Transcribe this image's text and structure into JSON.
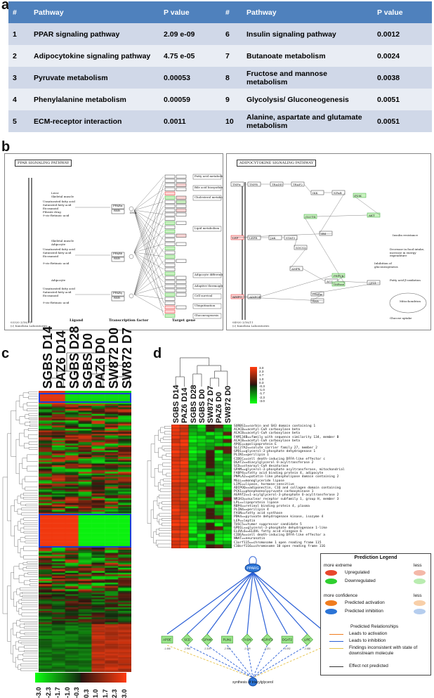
{
  "panels": {
    "a": "a",
    "b": "b",
    "c": "c",
    "d": "d"
  },
  "table": {
    "headers": [
      "#",
      "Pathway",
      "P value",
      "#",
      "Pathway",
      "P value"
    ],
    "rows": [
      [
        "1",
        "PPAR signaling pathway",
        "2.09 e-09",
        "6",
        "Insulin signaling pathway",
        "0.0012"
      ],
      [
        "2",
        "Adipocytokine signaling pathway",
        "4.75 e-05",
        "7",
        "Butanoate metabolism",
        "0.0024"
      ],
      [
        "3",
        "Pyruvate metabolism",
        "0.00053",
        "8",
        "Fructose and mannose metabolism",
        "0.0038"
      ],
      [
        "4",
        "Phenylalanine metabolism",
        "0.00059",
        "9",
        "Glycolysis/ Gluconeogenesis",
        "0.0051"
      ],
      [
        "5",
        "ECM-receptor interaction",
        "0.0011",
        "10",
        "Alanine, aspartate and glutamate metabolism",
        "0.0051"
      ]
    ]
  },
  "kegg": {
    "left": {
      "title": "PPAR SIGNALING PATHWAY",
      "columns": [
        "Ligand",
        "Transcription factor",
        "Target gene"
      ],
      "footer": [
        "03320 3/16/11",
        "(c) Kanehisa Laboratories"
      ],
      "tissues": [
        "Liver\nSkeletal muscle",
        "Skeletal muscle\nAdipocyte",
        "Adipocyte"
      ],
      "ligands": [
        "Unsaturated fatty acid",
        "Saturated fatty acid",
        "Eicosanoid",
        "Fibrate drug",
        "9-cis-Retinoic acid"
      ],
      "hubs": [
        "PPARα",
        "RXR",
        "PPARδ",
        "RXR",
        "PPARγ",
        "RXR"
      ],
      "dna": "DNA",
      "outputs": [
        "Fatty acid metabolism",
        "Bile acid biosynthesis",
        "Cholesterol metabolism",
        "Lipid metabolism",
        "Adipocyte differentiation",
        "Adaptive thermogenesis",
        "Cell survival",
        "Ubiquitination",
        "Gluconeogenesis"
      ]
    },
    "right": {
      "title": "ADIPOCYTOKINE SIGNALING PATHWAY",
      "footer": [
        "04920 3/16/11",
        "(c) Kanehisa Laboratories"
      ],
      "nodes": [
        "TNFα",
        "TNFR",
        "TRADD",
        "TRAF2",
        "IKK",
        "NFκB",
        "IRS",
        "LEP",
        "LEPR",
        "JAK",
        "STAT3",
        "SOCS3",
        "AMPK",
        "ACC",
        "CPT1",
        "PPARα",
        "RXR",
        "ADIPO",
        "ADIPOR",
        "PEPCK",
        "G6Pase",
        "GLUT4",
        "AKT",
        "PI3K"
      ],
      "outputs": [
        "Insulin resistance",
        "Inhibition of gluconeogenesis",
        "Decrease in food intake, increase in energy expenditure",
        "Fatty acid β-oxidation",
        "Glucose uptake",
        "Mitochondrion"
      ]
    }
  },
  "heatmap_c": {
    "columns": [
      "SGBS D14",
      "PAZ6 D14",
      "SGBS D28",
      "SGBS D0",
      "PAZ6 D0",
      "SW872 D0",
      "SW872 D7"
    ],
    "scale_ticks": [
      "-3.0",
      "-2.3",
      "-1.7",
      "-1.0",
      "-0.3",
      "0.3",
      "1.0",
      "1.7",
      "2.3",
      "3.0"
    ]
  },
  "heatmap_d": {
    "columns": [
      "SGBS D14",
      "PAZ6 D14",
      "SGBS D28",
      "SGBS D0",
      "SW872 D7",
      "PAZ6 D0",
      "SW872 D0"
    ],
    "scale": [
      "3.0",
      "2.3",
      "1.7",
      "1.0",
      "0.3",
      "-0.3",
      "-1.0",
      "-1.7",
      "-2.3",
      "-3.0"
    ],
    "genes": [
      "SORBS1==sorbin and SH3 domain containing 1",
      "ACACB==acetyl-CoA carboxylase beta",
      "ACACB==acetyl-CoA carboxylase beta",
      "FAM134B==family with sequence similarity 134, member B",
      "ACACB==acetyl-CoA carboxylase beta",
      "APOE==apolipoprotein E",
      "SLC27A2==solute carrier family 27, member 2",
      "GPD1==glycerol-3-phosphate dehydrogenase 1",
      "PLIN1==perilipin 1",
      "CIDEC==cell death-inducing DFFA-like effector c",
      "DGAT2==diacylglycerol O-acyltransferase 2",
      "SCD==stearoyl-CoA desaturase",
      "GPAM==glycerol-3-phosphate acyltransferase, mitochondrial",
      "FABP4==fatty acid binding protein 4, adipocyte",
      "PNPLA2==patatin-like phospholipase domain containing 2",
      "MGLL==monoglyceride lipase",
      "LIPE==lipase, hormone-sensitive",
      "ADIPOQ==adiponectin, C1Q and collagen domain containing",
      "PCK1==phosphoenolpyruvate carboxykinase 1",
      "AGPAT2==1-acylglycerol-3-phosphate O-acyltransferase 2",
      "NR1H3==nuclear receptor subfamily 1, group H, member 3",
      "LPL==lipoprotein lipase",
      "RBP4==retinol binding protein 4, plasma",
      "PLIN4==perilipin 4",
      "FASN==fatty acid synthase",
      "PDK4==pyruvate dehydrogenase kinase, isozyme 4",
      "LEP==leptin",
      "TUSC5==tumor suppressor candidate 5",
      "GPD1L==glycerol-3-phosphate dehydrogenase 1-like",
      "ELOVL6==ELOVL fatty acid elongase 6",
      "CIDEA==cell death-inducing DFFA-like effector a",
      "NNAT==neuronatin",
      "C1orf115==chromosome 1 open reading frame 115",
      "C10orf116==chromosome 10 open reading frame 116"
    ]
  },
  "network": {
    "hub": "PPARG",
    "targets": [
      {
        "name": "APOE",
        "value": "-1.466"
      },
      {
        "name": "SCD",
        "value": "-2.945"
      },
      {
        "name": "GPAM",
        "value": "-2.325"
      },
      {
        "name": "PLIN1",
        "value": "-2.953"
      },
      {
        "name": "FASN",
        "value": "-2.059"
      },
      {
        "name": "AGPAT2",
        "value": "-2.221"
      },
      {
        "name": "DGAT2",
        "value": "-3.092"
      },
      {
        "name": "LIPE",
        "value": "-2.458"
      },
      {
        "name": "NR1H3",
        "value": "-1.471"
      }
    ],
    "outcome": "synthesis of triacylglycerol"
  },
  "legend": {
    "title": "Prediction Legend",
    "more_extreme": "more extreme",
    "less": "less",
    "upregulated": "Upregulated",
    "downregulated": "Downregulated",
    "more_confidence": "more confidence",
    "predicted_activation": "Predicted activation",
    "predicted_inhibition": "Predicted inhibition",
    "relationships_title": "Predicted Relationships",
    "leads_activation": "Leads to activation",
    "leads_inhibition": "Leads to inhibition",
    "findings_inconsistent": "Findings inconsistent with state of downstream molecule",
    "effect_not_predicted": "Effect not predicted",
    "colors": {
      "up": "#e8472c",
      "down": "#2fcf2f",
      "activation": "#f07c1e",
      "inhibition": "#2b74d6",
      "rel_activation": "#f07c1e",
      "rel_inhibition": "#2b5fd6",
      "rel_inconsistent": "#e6c34a",
      "rel_none": "#333333"
    }
  }
}
